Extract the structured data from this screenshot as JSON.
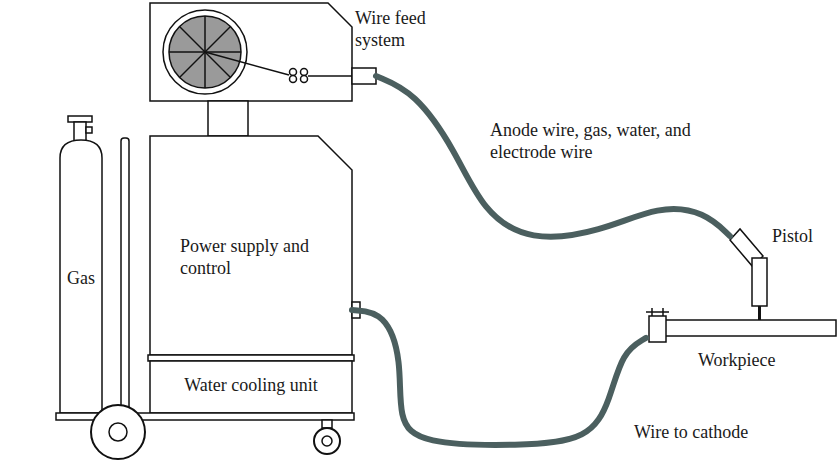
{
  "diagram": {
    "nodes": [
      {
        "text": [
          "Wire feed system"
        ]
      },
      {
        "text": [
          "Gas"
        ]
      },
      {
        "text": [
          "Power supply and control"
        ]
      },
      {
        "text": [
          "Water cooling unit"
        ]
      },
      {
        "text": [
          "Pistol"
        ]
      },
      {
        "text": [
          "Workpiece"
        ]
      }
    ],
    "edges": [
      {
        "from": 0,
        "to": 4,
        "arrow": "none",
        "label": "Anode wire, gas, water, and electrode wire"
      },
      {
        "from": 2,
        "to": 5,
        "arrow": "none",
        "label": "Wire to cathode"
      }
    ]
  }
}
